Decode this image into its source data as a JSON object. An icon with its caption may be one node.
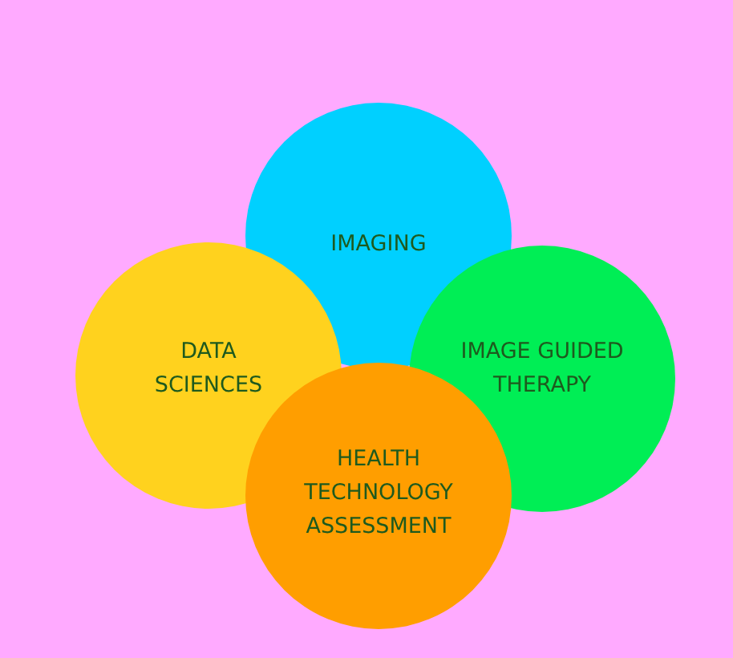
{
  "diagram": {
    "nodes": [
      {
        "text": [
          "IMAGING"
        ]
      },
      {
        "text": [
          "DATA SCIENCES"
        ]
      },
      {
        "text": [
          "IMAGE GUIDED THERAPY"
        ]
      },
      {
        "text": [
          "HEALTH TECHNOLOGY ASSESSMENT"
        ]
      }
    ]
  }
}
